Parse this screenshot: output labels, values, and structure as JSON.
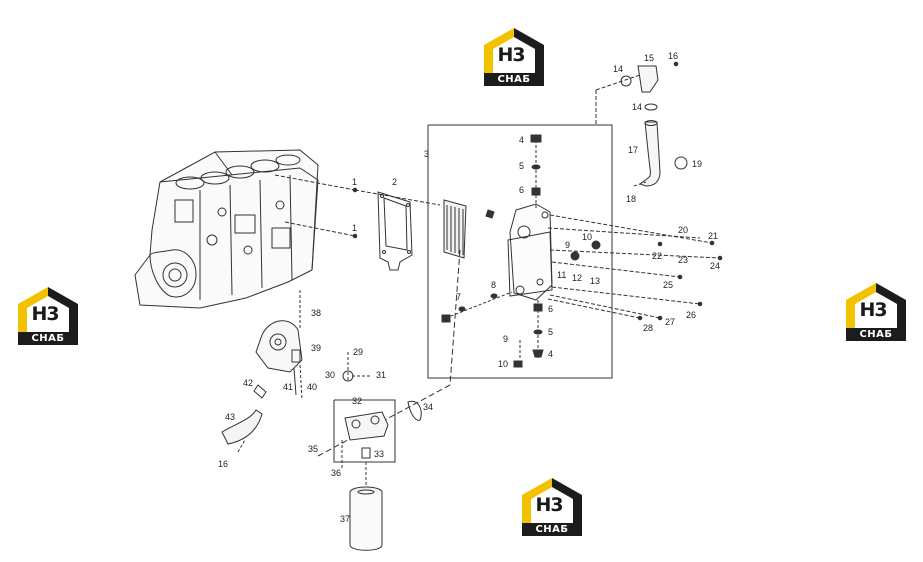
{
  "brand": {
    "code": "H3",
    "sub": "СНАБ",
    "colors": {
      "accent": "#f2c200",
      "dark": "#1c1c1c"
    }
  },
  "callouts": [
    "1",
    "1",
    "2",
    "3",
    "4",
    "5",
    "6",
    "4",
    "5",
    "6",
    "7",
    "8",
    "9",
    "9",
    "10",
    "10",
    "11",
    "12",
    "13",
    "14",
    "14",
    "15",
    "16",
    "16",
    "17",
    "18",
    "19",
    "20",
    "21",
    "22",
    "23",
    "24",
    "25",
    "26",
    "27",
    "28",
    "29",
    "30",
    "31",
    "32",
    "33",
    "34",
    "35",
    "36",
    "37",
    "38",
    "39",
    "40",
    "41",
    "42",
    "43"
  ]
}
